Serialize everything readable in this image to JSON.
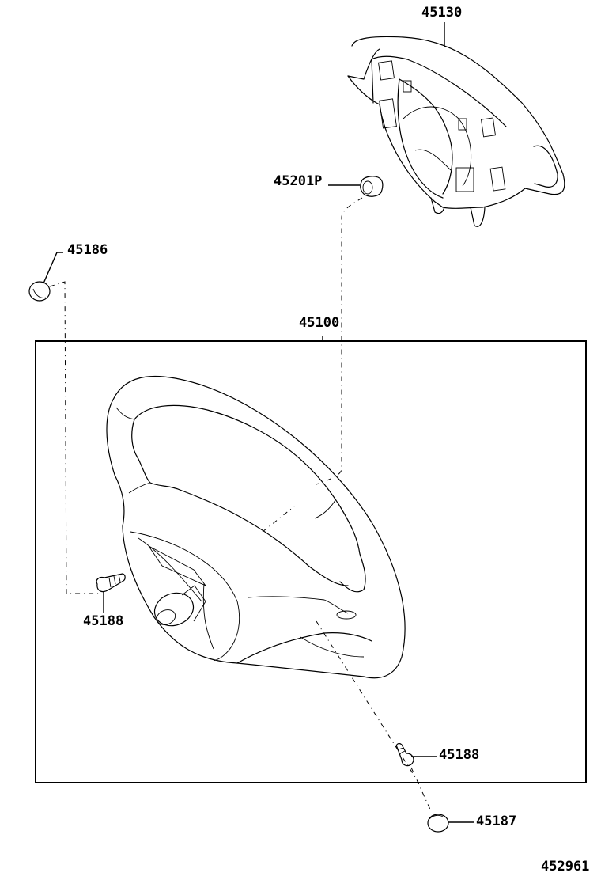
{
  "diagram": {
    "type": "exploded-parts-diagram",
    "subject": "steering wheel assembly",
    "figure_number": "452961",
    "assembly_box": {
      "label": "45100"
    },
    "parts": [
      {
        "id": "p1",
        "number": "45130",
        "name_hint": "horn pad / airbag assembly"
      },
      {
        "id": "p2",
        "number": "45201P",
        "name_hint": "nut"
      },
      {
        "id": "p3",
        "number": "45186",
        "name_hint": "cap (left)"
      },
      {
        "id": "p4",
        "number": "45100",
        "name_hint": "steering wheel assembly"
      },
      {
        "id": "p5",
        "number": "45188",
        "name_hint": "screw (left)"
      },
      {
        "id": "p6",
        "number": "45188",
        "name_hint": "screw (right)"
      },
      {
        "id": "p7",
        "number": "45187",
        "name_hint": "cap (right)"
      }
    ]
  }
}
